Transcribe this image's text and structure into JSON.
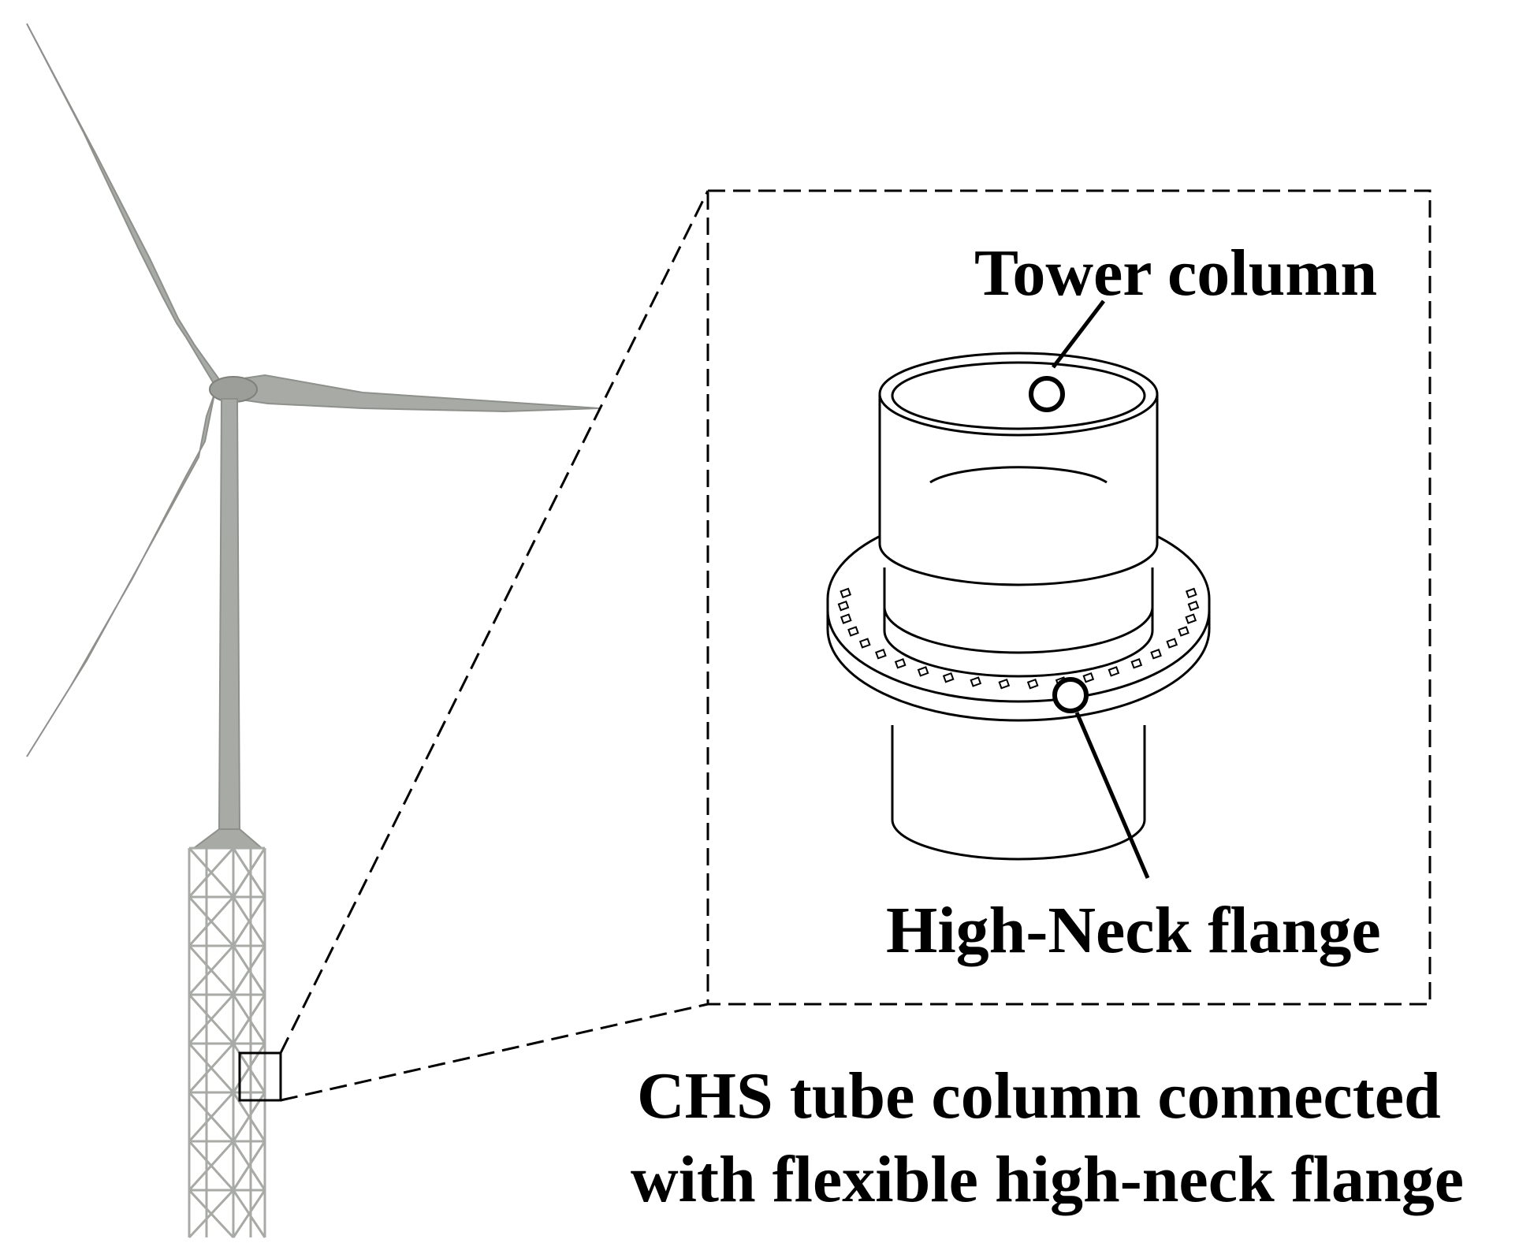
{
  "labels": {
    "tower_column": "Tower column",
    "high_neck_flange": "High-Neck flange",
    "caption_line1": "CHS tube column connected",
    "caption_line2": "with flexible high-neck flange"
  },
  "colors": {
    "turbine": "#a8aaa6",
    "turbine_dark": "#8e908c",
    "line": "#000000",
    "background": "#ffffff"
  }
}
